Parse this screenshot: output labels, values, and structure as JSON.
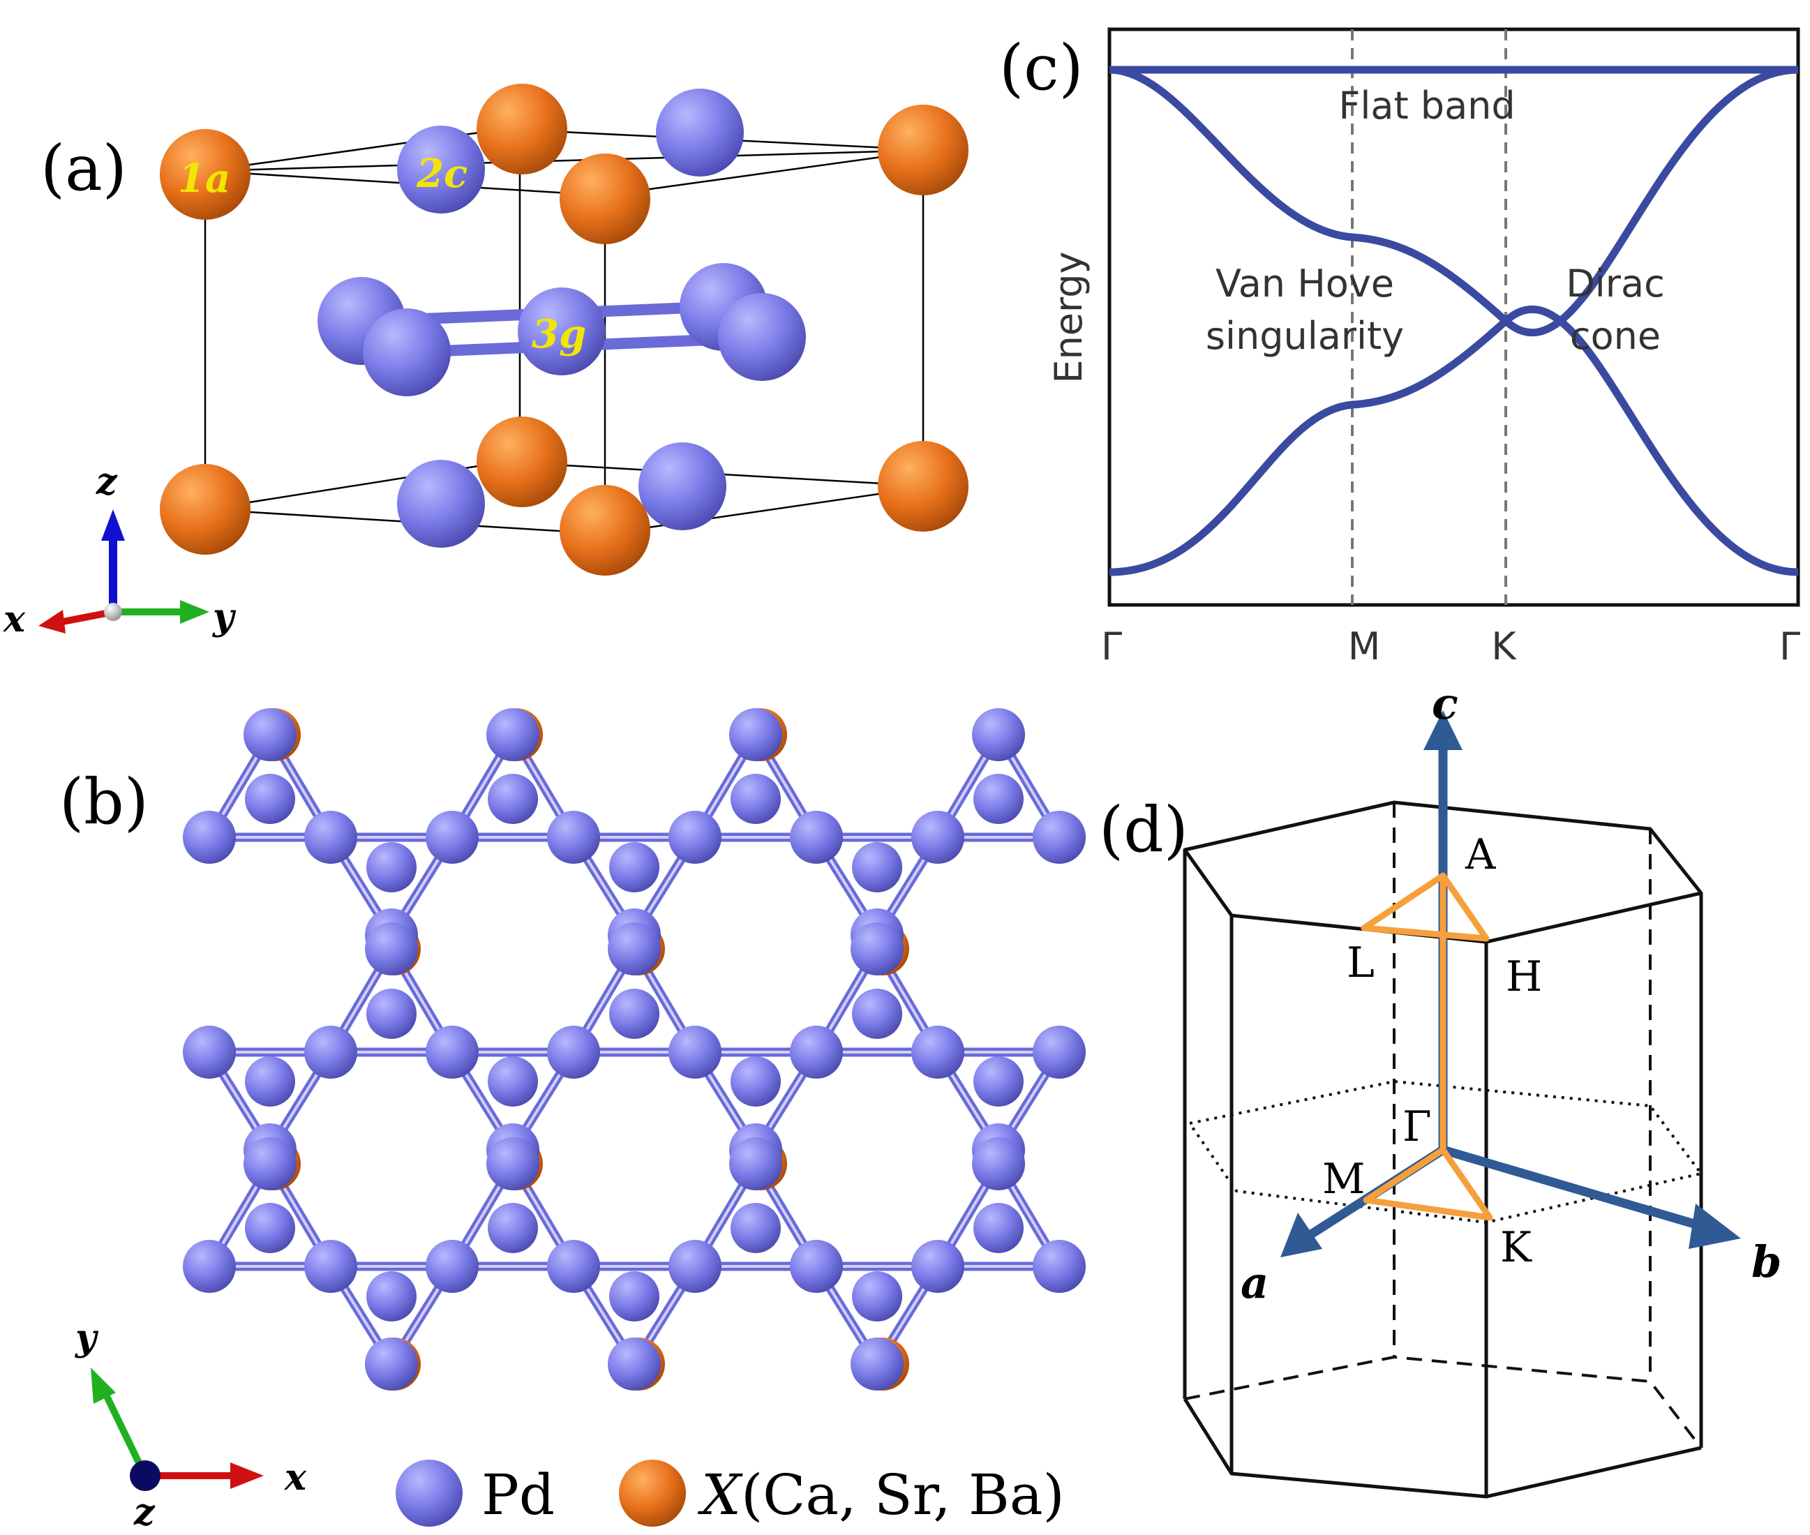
{
  "colors": {
    "pd": "#7B7BE8",
    "x_atom": "#E8721C",
    "band": "#3A4AA0",
    "path": "#F5A03C",
    "axis_blue": "#2F5A94",
    "label_yellow": "#F2E600"
  },
  "panel_a": {
    "label": "(a)",
    "site_1a": "1a",
    "site_2c": "2c",
    "site_3g": "3g",
    "axis_x": "x",
    "axis_y": "y",
    "axis_z": "z"
  },
  "panel_b": {
    "label": "(b)",
    "axis_x": "x",
    "axis_y": "y",
    "axis_z": "z",
    "legend_pd": "Pd",
    "legend_x": "X",
    "legend_x_rest": "(Ca, Sr, Ba)"
  },
  "panel_c": {
    "label": "(c)",
    "ylabel": "Energy",
    "flat_band": "Flat band",
    "vhs_line1": "Van Hove",
    "vhs_line2": "singularity",
    "dirac_line1": "Dirac",
    "dirac_line2": "cone",
    "ticks": [
      "Γ",
      "M",
      "K",
      "Γ"
    ]
  },
  "panel_d": {
    "label": "(d)",
    "point_A": "A",
    "point_L": "L",
    "point_H": "H",
    "point_Gamma": "Γ",
    "point_M": "M",
    "point_K": "K",
    "axis_a": "a",
    "axis_b": "b",
    "axis_c": "c"
  }
}
